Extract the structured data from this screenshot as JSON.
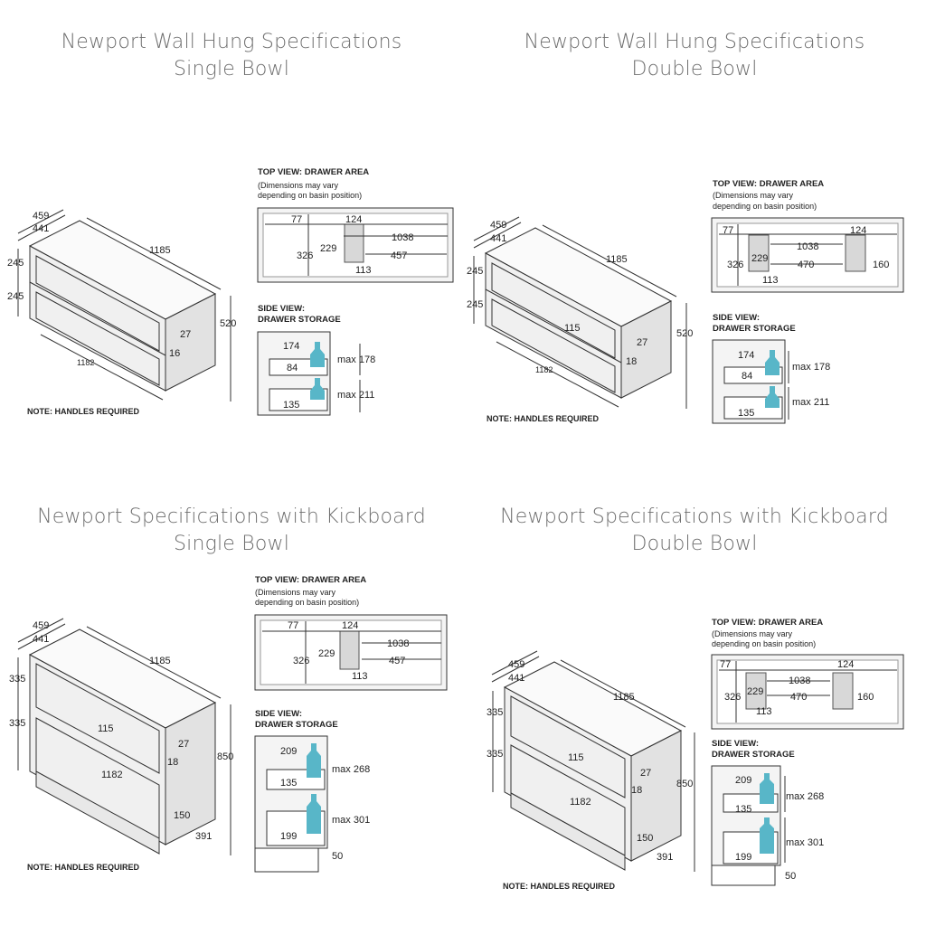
{
  "panels": [
    {
      "id": "wall-single",
      "title_line1": "Newport Wall Hung Specifications",
      "title_line2": "Single Bowl",
      "cabinet": {
        "depth_outer": "459",
        "depth_inner": "441",
        "width_top": "1185",
        "width_bottom": "1182",
        "drawer_h1": "245",
        "drawer_h2": "245",
        "height": "520",
        "gap": "27",
        "base": "16",
        "handle": ""
      },
      "top_view": {
        "label": "TOP VIEW: DRAWER AREA",
        "note": "(Dimensions may vary",
        "note2": "depending on basin position)",
        "d77": "77",
        "d124": "124",
        "d1038": "1038",
        "d326": "326",
        "d229": "229",
        "d457": "457",
        "d113": "113",
        "d160": ""
      },
      "side_view": {
        "label": "SIDE VIEW:",
        "label2": "DRAWER STORAGE",
        "top": "174",
        "shelf1": "84",
        "max1": "max 178",
        "shelf2": "135",
        "max2": "max 211",
        "kick": ""
      },
      "footnote": "NOTE: HANDLES REQUIRED"
    },
    {
      "id": "wall-double",
      "title_line1": "Newport Wall Hung Specifications",
      "title_line2": "Double Bowl",
      "cabinet": {
        "depth_outer": "459",
        "depth_inner": "441",
        "width_top": "1185",
        "width_bottom": "1182",
        "drawer_h1": "245",
        "drawer_h2": "245",
        "height": "520",
        "gap": "27",
        "base": "18",
        "handle": "115"
      },
      "top_view": {
        "label": "TOP VIEW: DRAWER AREA",
        "note": "(Dimensions may vary",
        "note2": "depending on basin position)",
        "d77": "77",
        "d124": "124",
        "d1038": "1038",
        "d326": "326",
        "d229": "229",
        "d457": "470",
        "d113": "113",
        "d160": "160"
      },
      "side_view": {
        "label": "SIDE VIEW:",
        "label2": "DRAWER STORAGE",
        "top": "174",
        "shelf1": "84",
        "max1": "max 178",
        "shelf2": "135",
        "max2": "max 211",
        "kick": ""
      },
      "footnote": "NOTE: HANDLES REQUIRED"
    },
    {
      "id": "kick-single",
      "title_line1": "Newport Specifications with Kickboard",
      "title_line2": "Single Bowl",
      "cabinet": {
        "depth_outer": "459",
        "depth_inner": "441",
        "width_top": "1185",
        "width_bottom": "1182",
        "drawer_h1": "335",
        "drawer_h2": "335",
        "height": "850",
        "gap": "27",
        "base": "18",
        "handle": "115",
        "kick_h": "150",
        "kick_d": "391"
      },
      "top_view": {
        "label": "TOP VIEW: DRAWER AREA",
        "note": "(Dimensions may vary",
        "note2": "depending on basin position)",
        "d77": "77",
        "d124": "124",
        "d1038": "1038",
        "d326": "326",
        "d229": "229",
        "d457": "457",
        "d113": "113",
        "d160": ""
      },
      "side_view": {
        "label": "SIDE VIEW:",
        "label2": "DRAWER STORAGE",
        "top": "209",
        "shelf1": "135",
        "max1": "max 268",
        "shelf2": "199",
        "max2": "max 301",
        "kick": "50"
      },
      "footnote": "NOTE: HANDLES REQUIRED"
    },
    {
      "id": "kick-double",
      "title_line1": "Newport Specifications with Kickboard",
      "title_line2": "Double Bowl",
      "cabinet": {
        "depth_outer": "459",
        "depth_inner": "441",
        "width_top": "1185",
        "width_bottom": "1182",
        "drawer_h1": "335",
        "drawer_h2": "335",
        "height": "850",
        "gap": "27",
        "base": "18",
        "handle": "115",
        "kick_h": "150",
        "kick_d": "391"
      },
      "top_view": {
        "label": "TOP VIEW: DRAWER AREA",
        "note": "(Dimensions may vary",
        "note2": "depending on basin position)",
        "d77": "77",
        "d124": "124",
        "d1038": "1038",
        "d326": "326",
        "d229": "229",
        "d457": "470",
        "d113": "113",
        "d160": "160"
      },
      "side_view": {
        "label": "SIDE VIEW:",
        "label2": "DRAWER STORAGE",
        "top": "209",
        "shelf1": "135",
        "max1": "max 268",
        "shelf2": "199",
        "max2": "max 301",
        "kick": "50"
      },
      "footnote": "NOTE: HANDLES REQUIRED"
    }
  ],
  "colors": {
    "line": "#333333",
    "accent": "#58b6c8",
    "panel_fill": "#f4f4f4",
    "title": "#6e6e6e"
  }
}
